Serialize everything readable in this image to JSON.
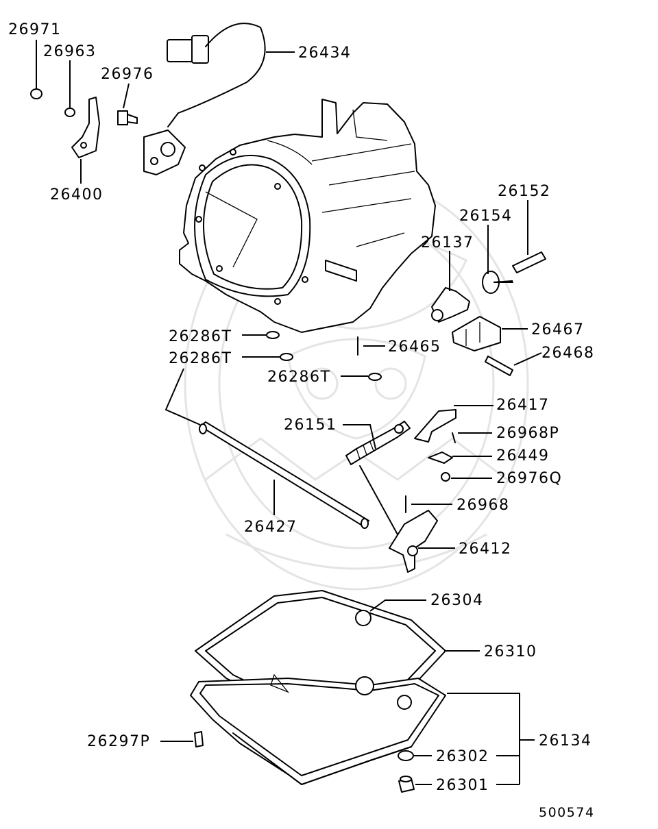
{
  "diagram_id": "500574",
  "parts": {
    "p26971": "26971",
    "p26963": "26963",
    "p26976": "26976",
    "p26434": "26434",
    "p26400": "26400",
    "p26152": "26152",
    "p26154": "26154",
    "p26137": "26137",
    "p26467": "26467",
    "p26468": "26468",
    "p26286T_a": "26286T",
    "p26465": "26465",
    "p26286T_b": "26286T",
    "p26286T_c": "26286T",
    "p26417": "26417",
    "p26151": "26151",
    "p26968P": "26968P",
    "p26449": "26449",
    "p26976Q": "26976Q",
    "p26427": "26427",
    "p26968": "26968",
    "p26412": "26412",
    "p26304": "26304",
    "p26310": "26310",
    "p26297P": "26297P",
    "p26134": "26134",
    "p26302": "26302",
    "p26301": "26301"
  }
}
